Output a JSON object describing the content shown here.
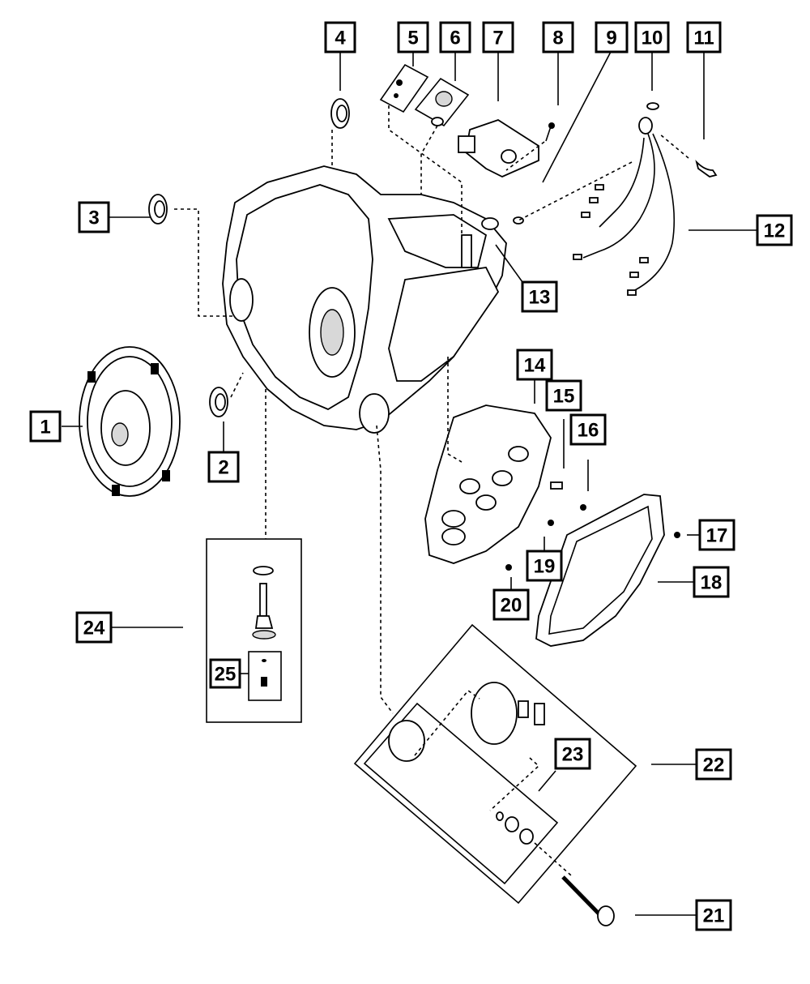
{
  "diagram": {
    "type": "exploded-parts-diagram",
    "subject": "automatic transmission case and components",
    "callouts": [
      {
        "label": "1"
      },
      {
        "label": "2"
      },
      {
        "label": "3"
      },
      {
        "label": "4"
      },
      {
        "label": "5"
      },
      {
        "label": "6"
      },
      {
        "label": "7"
      },
      {
        "label": "8"
      },
      {
        "label": "9"
      },
      {
        "label": "10"
      },
      {
        "label": "11"
      },
      {
        "label": "12"
      },
      {
        "label": "13"
      },
      {
        "label": "14"
      },
      {
        "label": "15"
      },
      {
        "label": "16"
      },
      {
        "label": "17"
      },
      {
        "label": "18"
      },
      {
        "label": "19"
      },
      {
        "label": "20"
      },
      {
        "label": "21"
      },
      {
        "label": "22"
      },
      {
        "label": "23"
      },
      {
        "label": "24"
      },
      {
        "label": "25"
      }
    ],
    "parts": [
      "torque-converter",
      "seal",
      "seal",
      "seal",
      "plug-kit",
      "plug-kit",
      "control-module",
      "bolt",
      "transmission-case",
      "o-ring",
      "clip",
      "wiring-harness",
      "sensor",
      "valve-body",
      "bracket",
      "bolt",
      "bolt",
      "oil-pan",
      "bolt",
      "bolt",
      "bolt",
      "oil-cooler-kit",
      "seal-kit",
      "dipstick-tube-kit",
      "plug-kit"
    ],
    "colors": {
      "line": "#000000",
      "background": "#ffffff"
    }
  }
}
